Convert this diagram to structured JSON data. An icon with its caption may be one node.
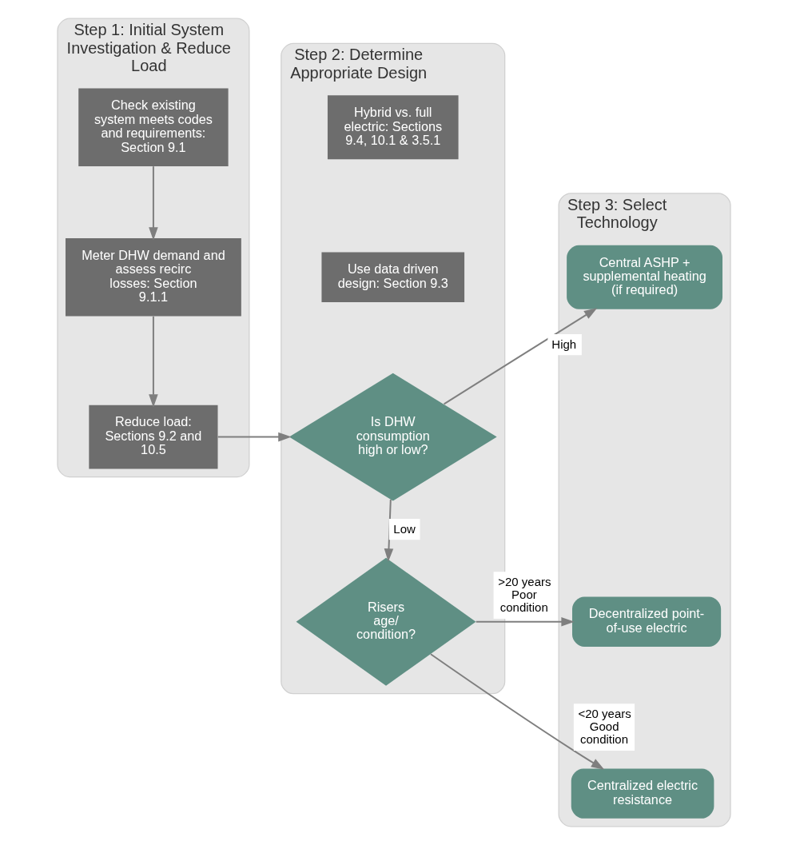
{
  "diagram": {
    "nodes": [
      {
        "text": [
          "Step 1: Initial System Investigation & Reduce Load"
        ]
      },
      {
        "text": [
          "Check existing system meets codes and requirements: Section 9.1"
        ],
        "in": 0
      },
      {
        "text": [
          "Meter DHW demand and assess recirc losses: Section 9.1.1"
        ],
        "in": 0
      },
      {
        "text": [
          "Reduce load: Sections 9.2 and 10.5"
        ],
        "in": 0
      },
      {
        "text": [
          "Step 2: Determine Appropriate Design"
        ]
      },
      {
        "text": [
          "Hybrid vs. full electric: Sections 9.4, 10.1 & 3.5.1"
        ],
        "in": 4
      },
      {
        "text": [
          "Use data driven design: Section 9.3"
        ],
        "in": 4
      },
      {
        "text": [
          "Is DHW consumption high or low?"
        ],
        "in": 4
      },
      {
        "text": [
          "Risers age/ condition?"
        ],
        "in": 4
      },
      {
        "text": [
          "Step 3: Select Technology"
        ]
      },
      {
        "text": [
          "Central ASHP + supplemental heating (if required)"
        ],
        "in": 9
      },
      {
        "text": [
          "Decentralized point-of-use electric"
        ],
        "in": 9
      },
      {
        "text": [
          "Centralized electric resistance"
        ],
        "in": 9
      }
    ],
    "edges": [
      {
        "from": 1,
        "to": 2,
        "arrow": "to"
      },
      {
        "from": 2,
        "to": 3,
        "arrow": "to"
      },
      {
        "from": 3,
        "to": 7,
        "arrow": "to"
      },
      {
        "from": 7,
        "to": 10,
        "arrow": "to",
        "label": "High"
      },
      {
        "from": 7,
        "to": 8,
        "arrow": "to",
        "label": "Low"
      },
      {
        "from": 8,
        "to": 11,
        "arrow": "to",
        "label": ">20 years Poor condition"
      },
      {
        "from": 8,
        "to": 12,
        "arrow": "to",
        "label": "<20 years Good condition"
      }
    ]
  }
}
